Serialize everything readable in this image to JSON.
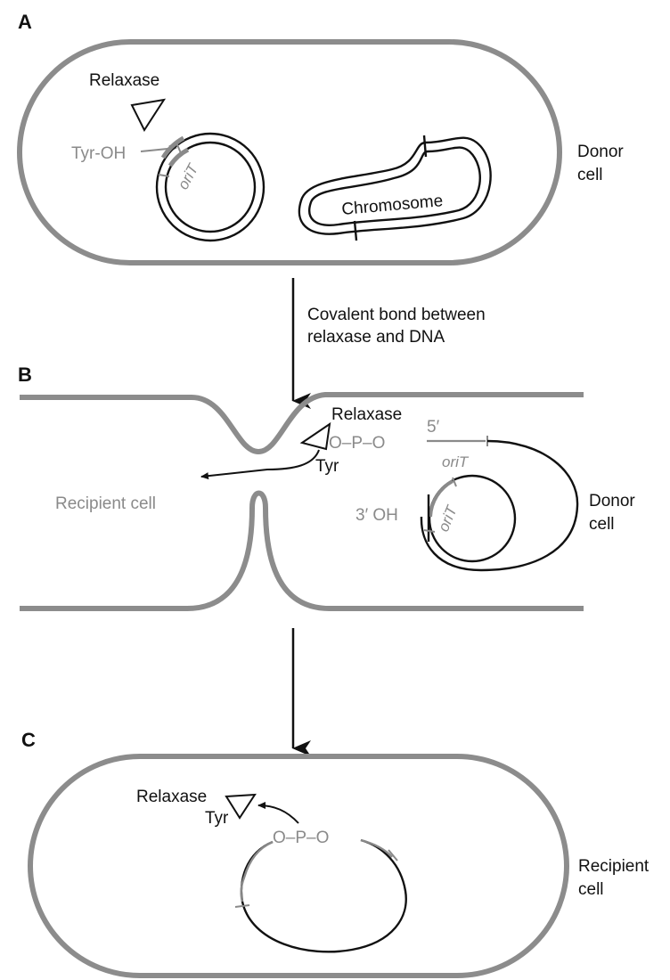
{
  "panels": {
    "a": {
      "letter": "A",
      "relaxase": "Relaxase",
      "tyr_oh": "Tyr-OH",
      "orit": "oriT",
      "chromosome": "Chromosome",
      "cell_line1": "Donor",
      "cell_line2": "cell"
    },
    "transition_ab": {
      "line1": "Covalent bond between",
      "line2": "relaxase and DNA"
    },
    "b": {
      "letter": "B",
      "relaxase": "Relaxase",
      "opo": "O–P–O",
      "five_prime": "5′",
      "tyr": "Tyr",
      "orit_outer": "oriT",
      "orit_inner": "oriT",
      "three_prime": "3′ OH",
      "recipient": "Recipient cell",
      "donor_line1": "Donor",
      "donor_line2": "cell"
    },
    "c": {
      "letter": "C",
      "relaxase": "Relaxase",
      "tyr": "Tyr",
      "opo": "O–P–O",
      "cell_line1": "Recipient",
      "cell_line2": "cell"
    }
  },
  "colors": {
    "membrane": "#8c8c8c",
    "dna": "#111111",
    "grey_text": "#8a8a8a"
  }
}
